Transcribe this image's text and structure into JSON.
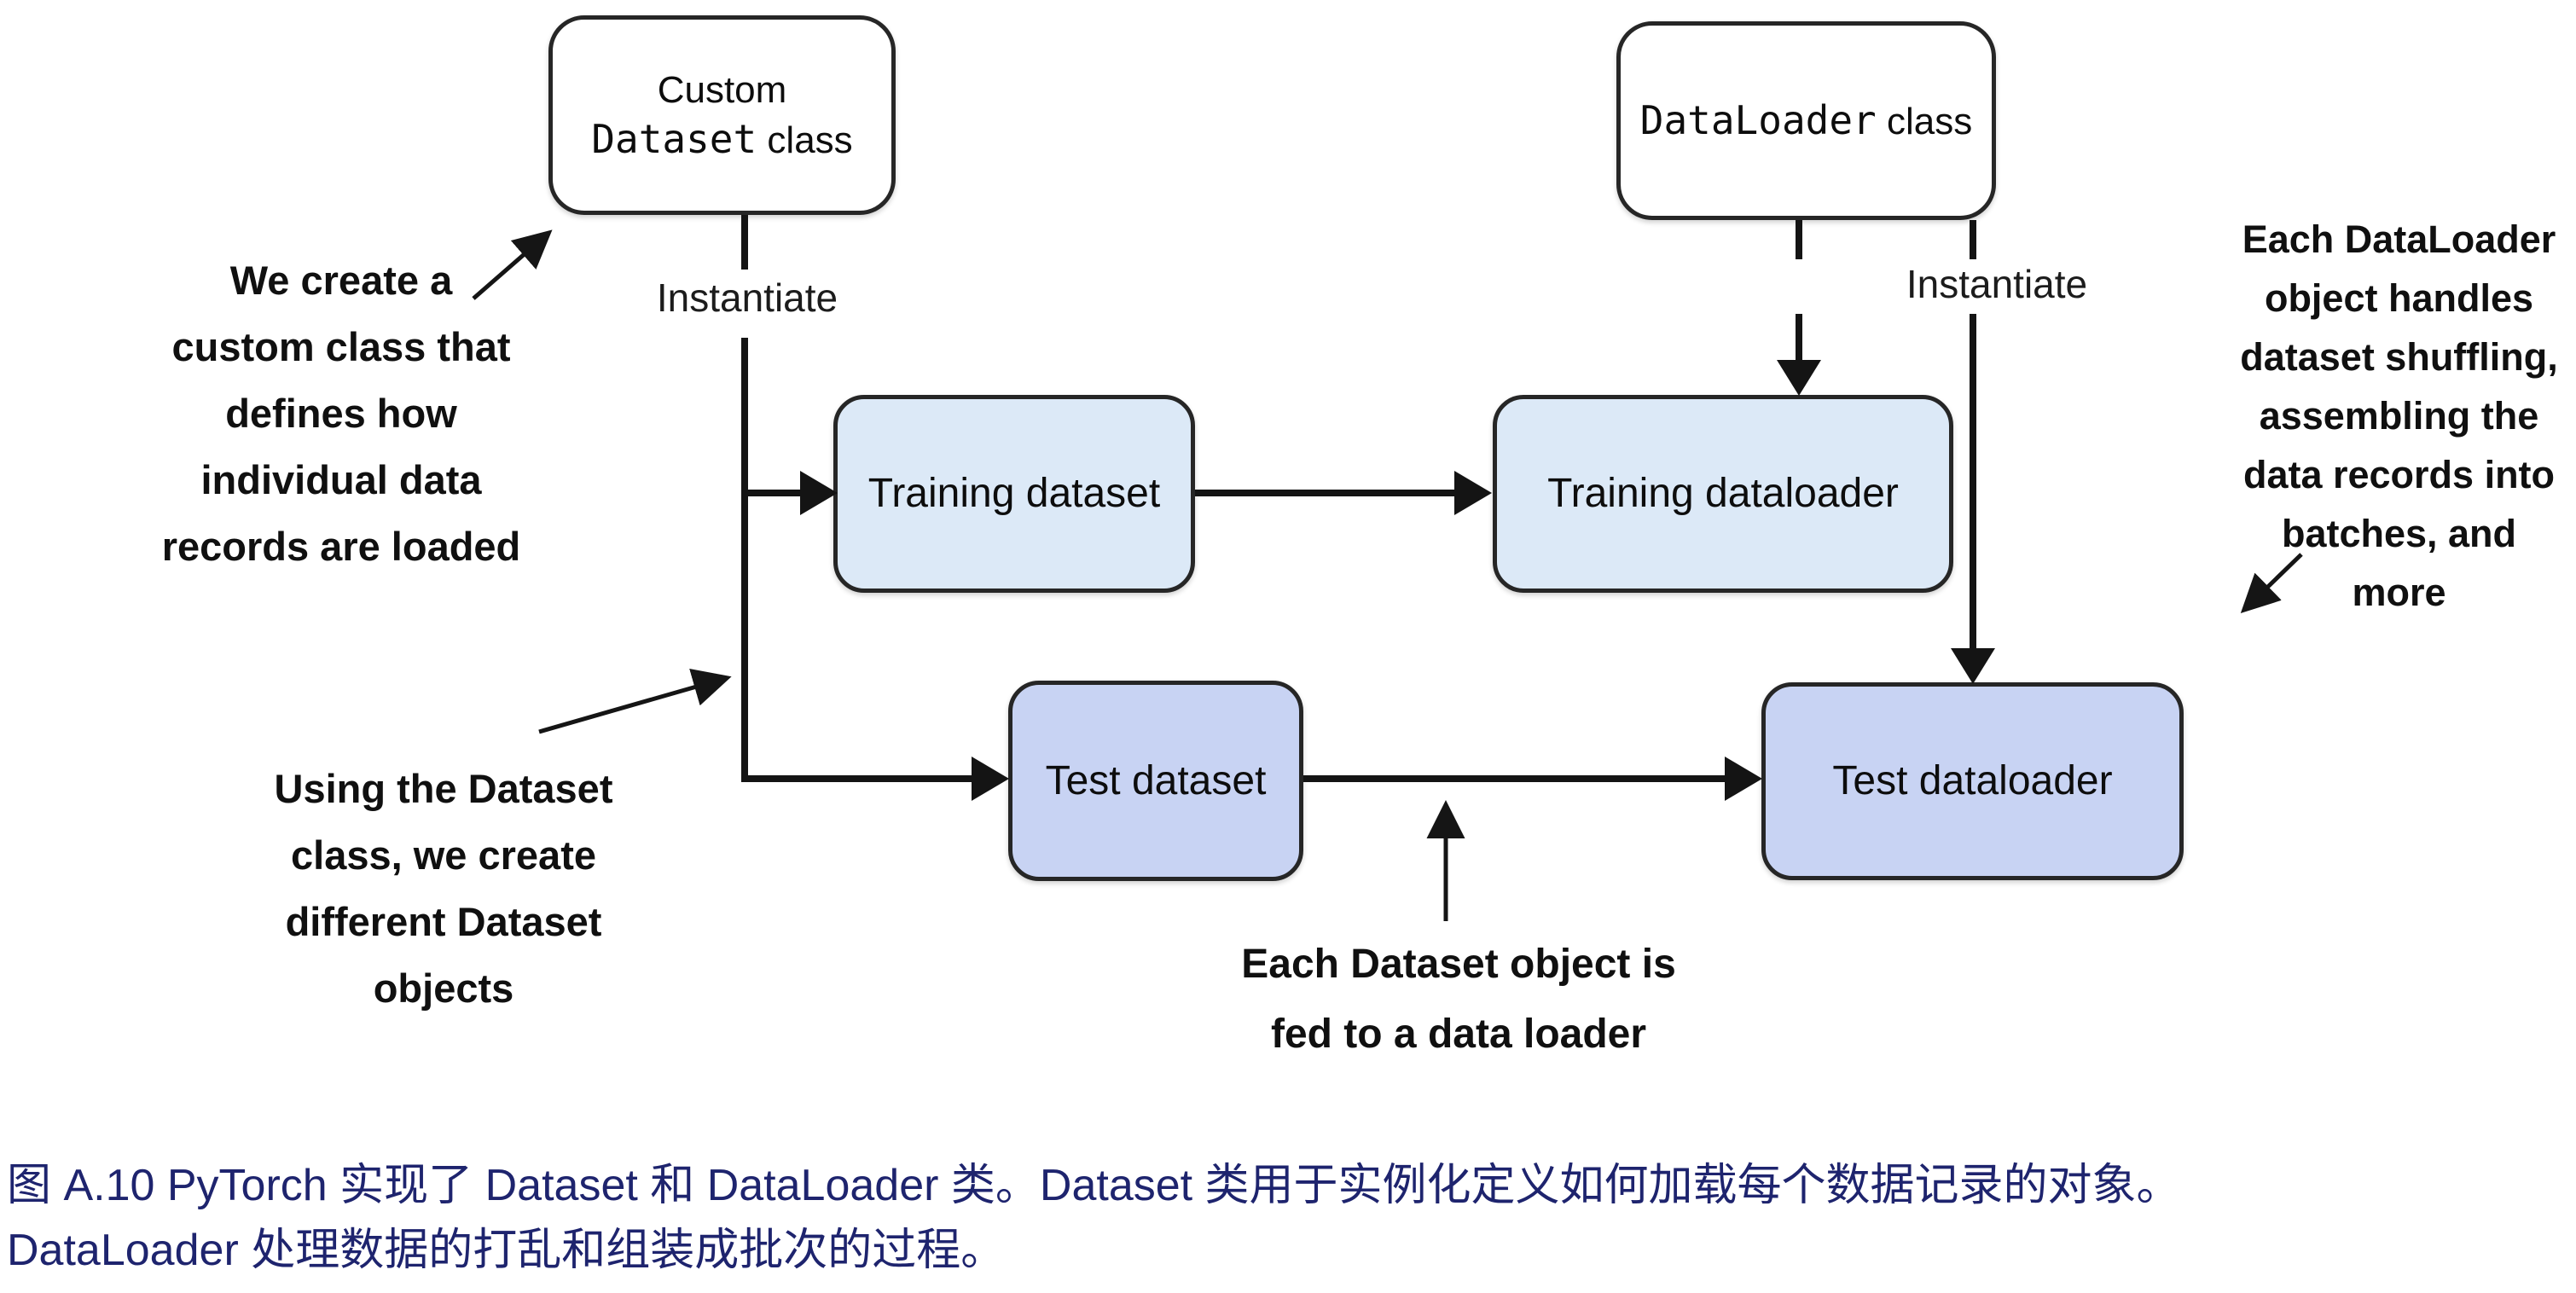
{
  "figure": {
    "boxes": {
      "custom_dataset_class": {
        "title_line": "Custom",
        "code_word": "Dataset",
        "suffix": " class"
      },
      "dataloader_class": {
        "code_word": "DataLoader",
        "suffix": " class"
      },
      "training_dataset": {
        "label": "Training dataset"
      },
      "training_dataloader": {
        "label": "Training dataloader"
      },
      "test_dataset": {
        "label": "Test dataset"
      },
      "test_dataloader": {
        "label": "Test dataloader"
      }
    },
    "edge_labels": {
      "instantiate_dataset": "Instantiate",
      "instantiate_dataloader": "Instantiate"
    },
    "annotations": {
      "custom_class_note": {
        "lines": [
          "We create a",
          "custom class that",
          "defines how",
          "individual data",
          "records are loaded"
        ]
      },
      "dataset_objects_note": {
        "lines": [
          "Using the Dataset",
          "class, we create",
          "different Dataset",
          "objects"
        ]
      },
      "fed_to_loader_note": {
        "lines": [
          "Each Dataset object is",
          "fed to a data loader"
        ]
      },
      "dataloader_note": {
        "lines": [
          "Each DataLoader",
          "object handles",
          "dataset shuffling,",
          "assembling the",
          "data records into",
          "batches, and more"
        ]
      }
    },
    "colors": {
      "training_box_fill": "#dce9f7",
      "test_box_fill": "#c8d3f3",
      "class_box_fill": "#ffffff",
      "line_stroke": "#141414",
      "caption_text": "#1e246e"
    }
  },
  "caption": {
    "line1": "图 A.10 PyTorch 实现了 Dataset 和 DataLoader 类。Dataset 类用于实例化定义如何加载每个数据记录的对象。",
    "line2": "DataLoader 处理数据的打乱和组装成批次的过程。"
  }
}
